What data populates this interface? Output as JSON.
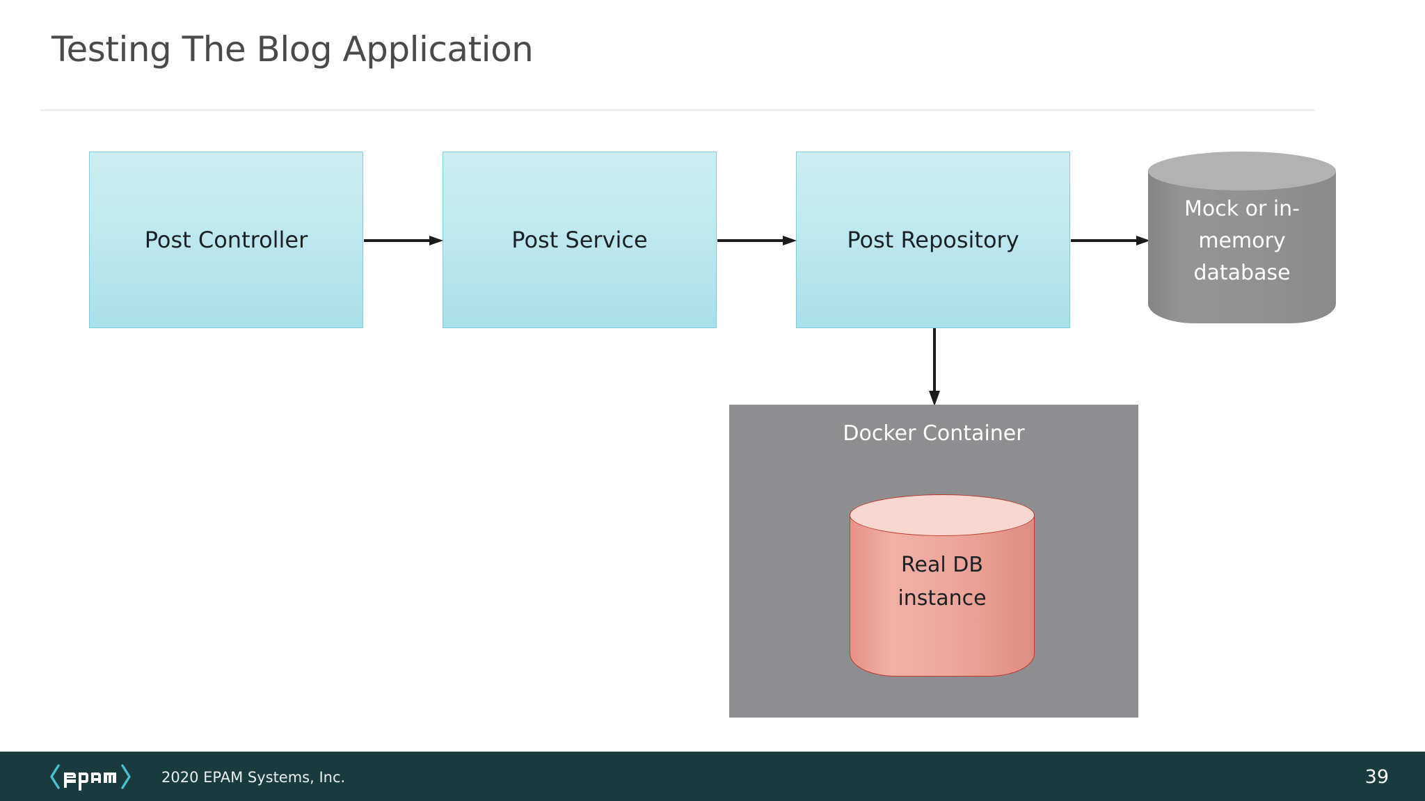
{
  "slide": {
    "title": "Testing The Blog Application",
    "page_number": "39"
  },
  "diagram": {
    "boxes": [
      {
        "id": "post-controller",
        "label": "Post Controller"
      },
      {
        "id": "post-service",
        "label": "Post Service"
      },
      {
        "id": "post-repository",
        "label": "Post Repository"
      }
    ],
    "mock_db": {
      "line1": "Mock or in-",
      "line2": "memory",
      "line3": "database"
    },
    "docker": {
      "label": "Docker Container",
      "db_line1": "Real DB",
      "db_line2": "instance"
    },
    "arrows": [
      {
        "id": "controller-to-service",
        "from": "post-controller",
        "to": "post-service",
        "direction": "right"
      },
      {
        "id": "service-to-repository",
        "from": "post-service",
        "to": "post-repository",
        "direction": "right"
      },
      {
        "id": "repository-to-mock-db",
        "from": "post-repository",
        "to": "mock-db",
        "direction": "right"
      },
      {
        "id": "repository-to-docker",
        "from": "post-repository",
        "to": "docker-container",
        "direction": "down"
      }
    ],
    "colors": {
      "box_fill_top": "#cdeef2",
      "box_fill_bottom": "#a9e0ea",
      "box_border": "#7fd0dd",
      "mock_db_body": "#919191",
      "mock_db_top": "#b2b2b2",
      "docker_bg": "#8e8e90",
      "real_db_body": "#eda79d",
      "real_db_top": "#f9d7d1",
      "real_db_border": "#c0392b",
      "arrow": "#1b1b1b",
      "title_text": "#4a4a4a"
    }
  },
  "footer": {
    "logo_text": "epam",
    "logo_bracket_left": "‹",
    "logo_bracket_right": "›",
    "copyright": "2020 EPAM Systems, Inc.",
    "bar_color": "#1a3b3d",
    "logo_accent": "#48c2cf"
  }
}
